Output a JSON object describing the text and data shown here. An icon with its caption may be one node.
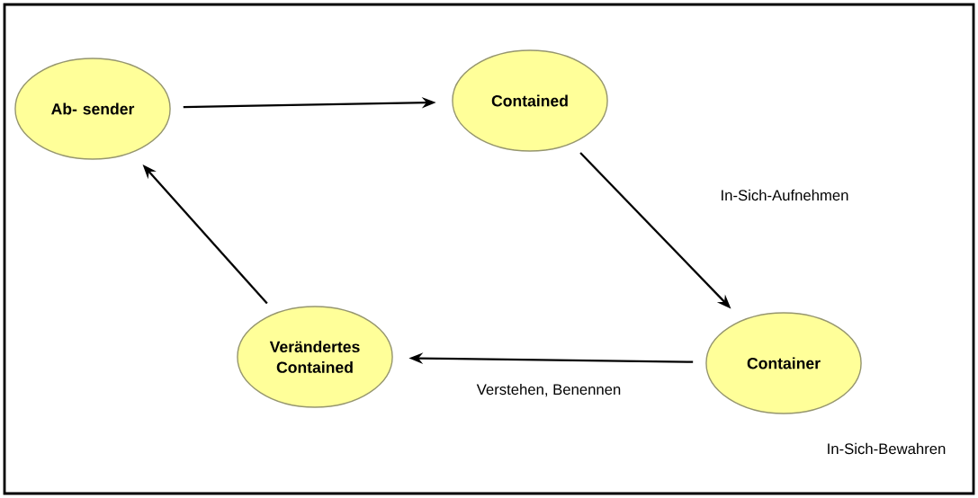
{
  "diagram": {
    "nodes": [
      {
        "text": [
          "Ab- sender"
        ]
      },
      {
        "text": [
          "Contained"
        ]
      },
      {
        "text": [
          "Container"
        ],
        "beside": [
          "In-Sich-Bewahren"
        ]
      },
      {
        "text": [
          "Verändertes Contained"
        ]
      }
    ],
    "edges": [
      {
        "from": 0,
        "to": 1,
        "arrow": "to"
      },
      {
        "from": 1,
        "to": 2,
        "arrow": "to",
        "label": "In-Sich-Aufnehmen"
      },
      {
        "from": 2,
        "to": 3,
        "arrow": "to",
        "label": "Verstehen, Benennen"
      },
      {
        "from": 3,
        "to": 0,
        "arrow": "to"
      }
    ]
  }
}
